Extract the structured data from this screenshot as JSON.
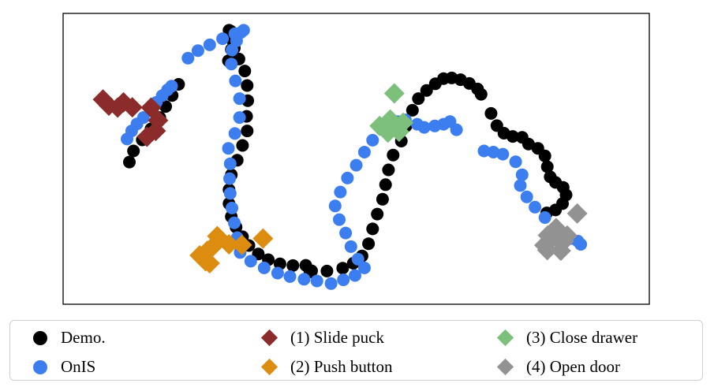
{
  "chart_data": {
    "type": "scatter",
    "xlim": [
      0,
      100
    ],
    "ylim": [
      0,
      100
    ],
    "grid": false,
    "legend_placement": "bottom",
    "series": [
      {
        "name": "Demo.",
        "marker": "circle",
        "color": "#000000",
        "x": [
          11.3,
          12.0,
          13.5,
          15.0,
          16.5,
          17.5,
          18.6,
          19.7,
          28.2,
          28.7,
          28.9,
          28.8,
          28.6,
          28.3,
          28.7,
          29.2,
          30.0,
          31.0,
          31.4,
          31.5,
          31.3,
          31.4,
          30.6,
          29.7,
          28.7,
          28.3,
          28.3,
          28.7,
          29.5,
          30.6,
          31.7,
          33.3,
          35.0,
          37.0,
          39.2,
          41.4,
          42.4,
          42.1,
          45.0,
          47.7,
          49.5,
          51.0,
          52.1,
          52.8,
          53.6,
          54.5,
          55.0,
          55.5,
          56.3,
          57.7,
          58.5,
          59.6,
          60.6,
          62.0,
          63.5,
          64.9,
          66.3,
          67.8,
          69.3,
          70.7,
          71.3,
          73.0,
          74.0,
          75.2,
          76.7,
          78.3,
          79.4,
          81.0,
          82.2,
          82.6,
          83.1,
          84.0,
          85.3,
          85.8,
          85.2,
          84.0,
          82.5
        ],
        "y": [
          48.9,
          52.7,
          56.5,
          60.3,
          64.2,
          68.0,
          71.8,
          75.6,
          83.7,
          87.6,
          90.8,
          93.2,
          93.9,
          94.2,
          91.8,
          88.1,
          84.3,
          80.2,
          75.2,
          70.0,
          64.6,
          59.6,
          54.6,
          49.5,
          44.5,
          39.4,
          34.6,
          30.1,
          26.5,
          23.2,
          20.2,
          17.3,
          15.3,
          13.9,
          13.3,
          13.4,
          11.5,
          11.1,
          11.4,
          12.4,
          14.1,
          16.6,
          20.8,
          25.9,
          31.0,
          36.1,
          41.1,
          46.2,
          51.3,
          56.1,
          61.3,
          66.7,
          70.7,
          73.5,
          75.8,
          77.6,
          77.8,
          77.2,
          75.9,
          74.0,
          72.2,
          65.6,
          61.4,
          58.8,
          57.7,
          57.4,
          55.1,
          53.6,
          51.0,
          47.3,
          43.8,
          41.9,
          40.2,
          37.6,
          34.6,
          32.4,
          31.4
        ]
      },
      {
        "name": "OnIS",
        "marker": "circle",
        "color": "#3c7ef0",
        "x": [
          10.9,
          11.7,
          12.6,
          13.7,
          14.9,
          15.9,
          16.9,
          17.8,
          18.5,
          21.3,
          23.0,
          25.0,
          27.2,
          29.3,
          30.8,
          30.3,
          29.6,
          28.8,
          28.7,
          29.4,
          30.1,
          30.1,
          29.3,
          28.2,
          28.5,
          28.4,
          28.5,
          28.8,
          29.2,
          29.7,
          30.2,
          32.0,
          34.3,
          36.6,
          38.7,
          41.1,
          43.3,
          45.7,
          47.8,
          49.8,
          51.4,
          50.3,
          49.1,
          48.2,
          47.1,
          46.4,
          47.3,
          48.5,
          50.0,
          51.4,
          52.8,
          54.3,
          55.6,
          57.1,
          58.4,
          60.4,
          61.6,
          63.4,
          64.9,
          66.0,
          67.1,
          71.8,
          73.4,
          75.0,
          77.2,
          78.3,
          78.0,
          79.1,
          80.5,
          82.2,
          84.0,
          85.2,
          86.6,
          87.8,
          88.3
        ],
        "y": [
          56.8,
          59.6,
          62.0,
          64.2,
          66.6,
          69.4,
          71.7,
          73.7,
          75.0,
          84.6,
          87.2,
          89.2,
          91.3,
          93.0,
          94.2,
          93.4,
          90.6,
          87.4,
          82.6,
          76.8,
          70.7,
          64.2,
          58.7,
          53.6,
          48.3,
          43.2,
          38.1,
          33.1,
          28.0,
          22.9,
          17.8,
          14.8,
          12.5,
          10.7,
          9.5,
          8.6,
          8.0,
          7.1,
          8.4,
          9.9,
          12.5,
          15.5,
          19.8,
          24.5,
          29.1,
          33.8,
          38.6,
          43.4,
          47.8,
          52.3,
          56.4,
          60.2,
          62.3,
          62.8,
          63.4,
          61.9,
          60.8,
          61.3,
          61.9,
          62.8,
          60.0,
          52.7,
          52.3,
          51.6,
          49.0,
          44.5,
          40.8,
          36.9,
          33.4,
          29.8,
          26.4,
          23.8,
          22.6,
          21.7,
          20.6
        ]
      },
      {
        "name": "(1) Slide puck",
        "marker": "diamond",
        "color": "#8b2b2b",
        "x": [
          6.8,
          7.8,
          9.3,
          10.3,
          11.8,
          15.0,
          16.2,
          15.8,
          14.3
        ],
        "y": [
          70.4,
          68.3,
          67.6,
          69.4,
          67.7,
          67.6,
          63.2,
          59.6,
          57.6
        ]
      },
      {
        "name": "(2) Push button",
        "marker": "diamond",
        "color": "#dc8c0e",
        "x": [
          23.3,
          24.6,
          25.5,
          26.3,
          28.3,
          30.5,
          24.3,
          25.0,
          34.1
        ],
        "y": [
          16.8,
          18.4,
          19.8,
          23.4,
          20.6,
          20.4,
          14.8,
          14.1,
          22.6
        ]
      },
      {
        "name": "(3) Close drawer",
        "marker": "diamond",
        "color": "#7cc07c",
        "x": [
          55.8,
          54.0,
          56.6,
          57.3,
          55.4,
          56.5,
          58.0
        ],
        "y": [
          63.5,
          61.3,
          61.5,
          59.3,
          59.0,
          72.5,
          62.4
        ]
      },
      {
        "name": "(4) Open door",
        "marker": "diamond",
        "color": "#929292",
        "x": [
          82.7,
          84.1,
          82.1,
          84.8,
          84.9,
          86.0,
          82.6,
          85.4,
          87.7
        ],
        "y": [
          23.7,
          26.2,
          20.3,
          21.4,
          18.4,
          23.6,
          18.6,
          21.6,
          31.2
        ]
      }
    ]
  },
  "legend": {
    "items": [
      {
        "label": "Demo.",
        "color": "#000000",
        "marker": "circle"
      },
      {
        "label": "OnIS",
        "color": "#3c7ef0",
        "marker": "circle"
      },
      {
        "label": "(1) Slide puck",
        "color": "#8b2b2b",
        "marker": "diamond"
      },
      {
        "label": "(2) Push button",
        "color": "#dc8c0e",
        "marker": "diamond"
      },
      {
        "label": "(3) Close drawer",
        "color": "#7cc07c",
        "marker": "diamond"
      },
      {
        "label": "(4) Open door",
        "color": "#929292",
        "marker": "diamond"
      }
    ]
  }
}
